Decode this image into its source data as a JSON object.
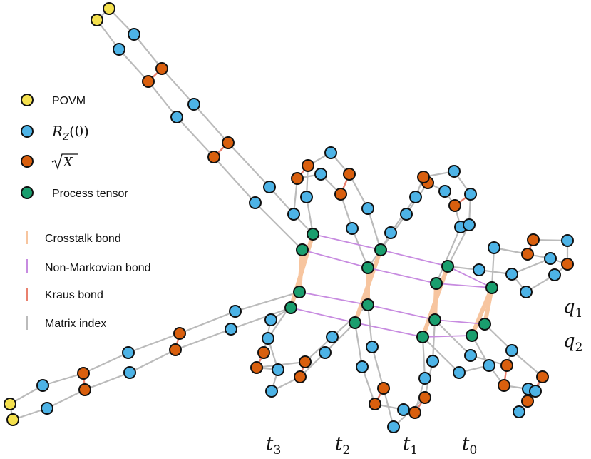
{
  "legend": {
    "povm": "POVM",
    "rz": "R",
    "rz_sub": "Z",
    "rz_arg": "(θ)",
    "sqrtx": "X",
    "process_tensor": "Process tensor",
    "crosstalk": "Crosstalk bond",
    "non_markovian": "Non-Markovian bond",
    "kraus": "Kraus bond",
    "matrix_index": "Matrix index"
  },
  "qubit_labels": {
    "q1": {
      "base": "q",
      "sub": "1"
    },
    "q2": {
      "base": "q",
      "sub": "2"
    }
  },
  "time_labels": [
    {
      "base": "t",
      "sub": "3"
    },
    {
      "base": "t",
      "sub": "2"
    },
    {
      "base": "t",
      "sub": "1"
    },
    {
      "base": "t",
      "sub": "0"
    }
  ],
  "colors": {
    "povm": "#f4e04d",
    "rz": "#4db3e6",
    "sqrtx": "#d95f0e",
    "process_tensor": "#1a9e6e",
    "crosstalk": "#f7c59f",
    "non_markovian": "#c78be0",
    "kraus": "#e9806e",
    "matrix_index": "#bbbbbb"
  }
}
